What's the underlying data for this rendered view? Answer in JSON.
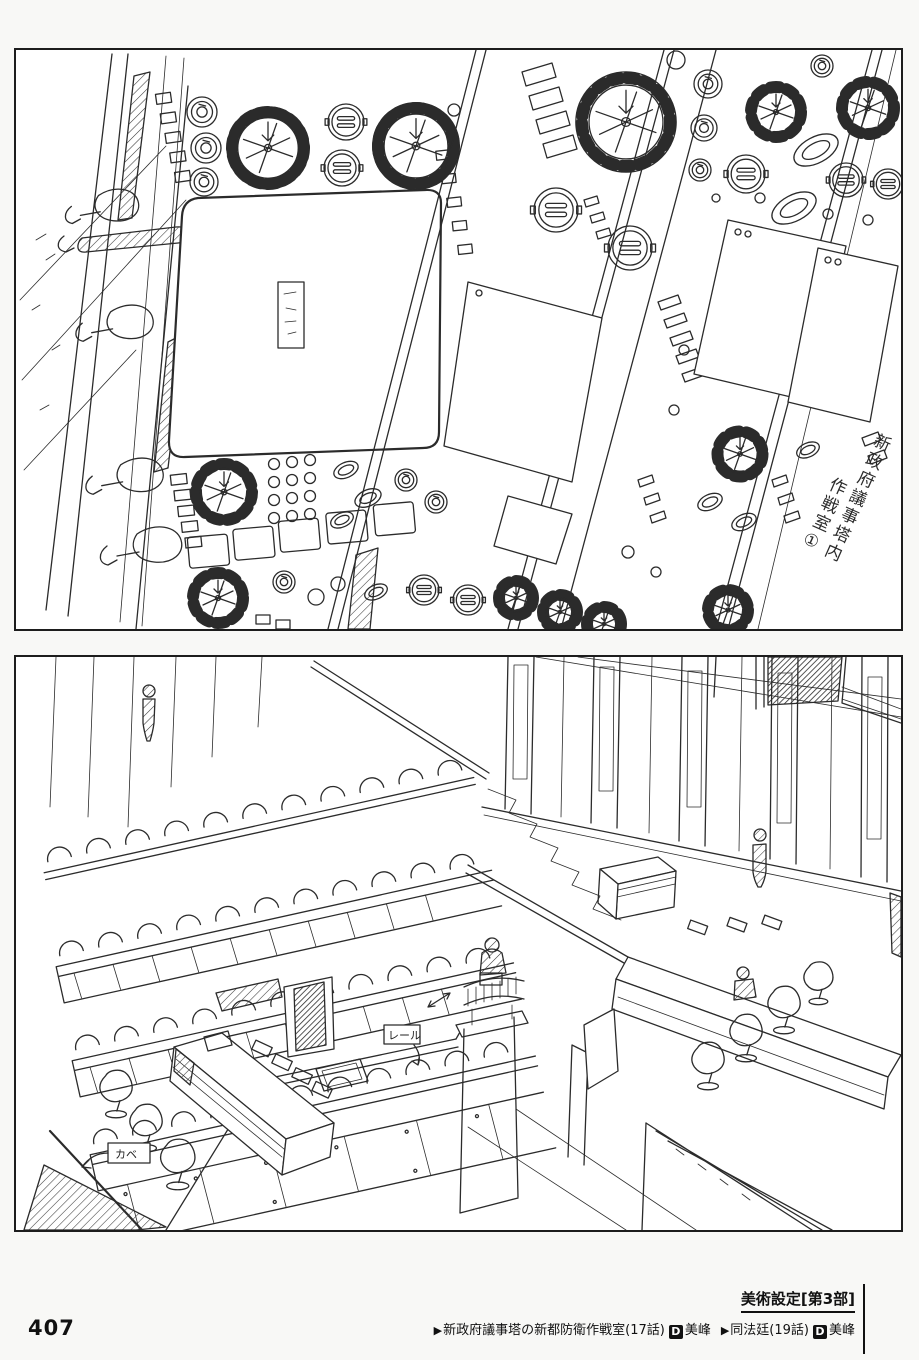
{
  "colors": {
    "ink": "#2a2a2a",
    "paper": "#ffffff",
    "page_bg": "#f8f8f6"
  },
  "top_panel": {
    "annotation_line1": "新政府議事塔内",
    "annotation_line2": "作戦室①"
  },
  "bottom_panel": {
    "label_rail": "レール",
    "label_wall": "カベ"
  },
  "footer": {
    "page_number": "407",
    "section_title": "美術設定[第3部]",
    "caption_parts": {
      "item1_marker": "▶",
      "item1_text": "新政府議事塔の新都防衛作戦室(17話)",
      "item1_badge": "D",
      "item1_credit": "美峰",
      "item2_marker": "▶",
      "item2_text": "同法廷(19話)",
      "item2_badge": "D",
      "item2_credit": "美峰"
    }
  }
}
